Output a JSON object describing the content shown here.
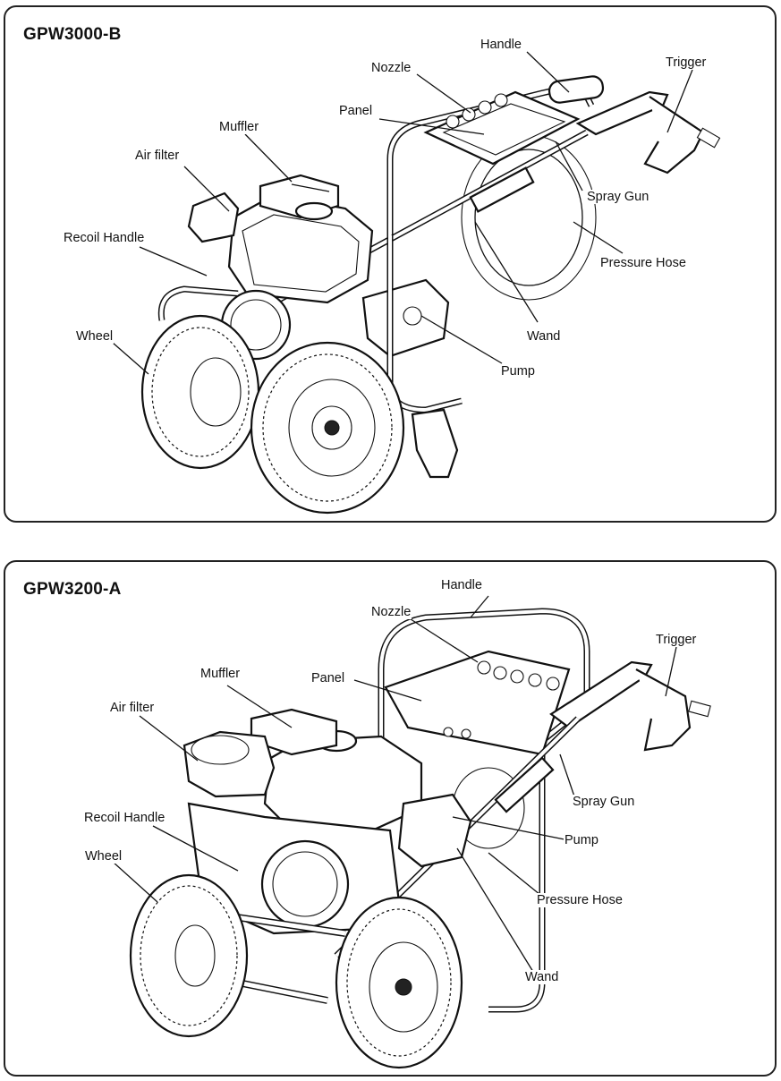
{
  "diagrams": [
    {
      "model": "GPW3000-B",
      "labels": {
        "handle": "Handle",
        "trigger": "Trigger",
        "nozzle": "Nozzle",
        "panel": "Panel",
        "muffler": "Muffler",
        "air_filter": "Air filter",
        "recoil_handle": "Recoil Handle",
        "spray_gun": "Spray Gun",
        "pressure_hose": "Pressure Hose",
        "wand": "Wand",
        "wheel": "Wheel",
        "pump": "Pump"
      }
    },
    {
      "model": "GPW3200-A",
      "labels": {
        "handle": "Handle",
        "trigger": "Trigger",
        "nozzle": "Nozzle",
        "panel": "Panel",
        "muffler": "Muffler",
        "air_filter": "Air filter",
        "recoil_handle": "Recoil Handle",
        "wheel": "Wheel",
        "spray_gun": "Spray Gun",
        "pump": "Pump",
        "pressure_hose": "Pressure Hose",
        "wand": "Wand"
      }
    }
  ]
}
